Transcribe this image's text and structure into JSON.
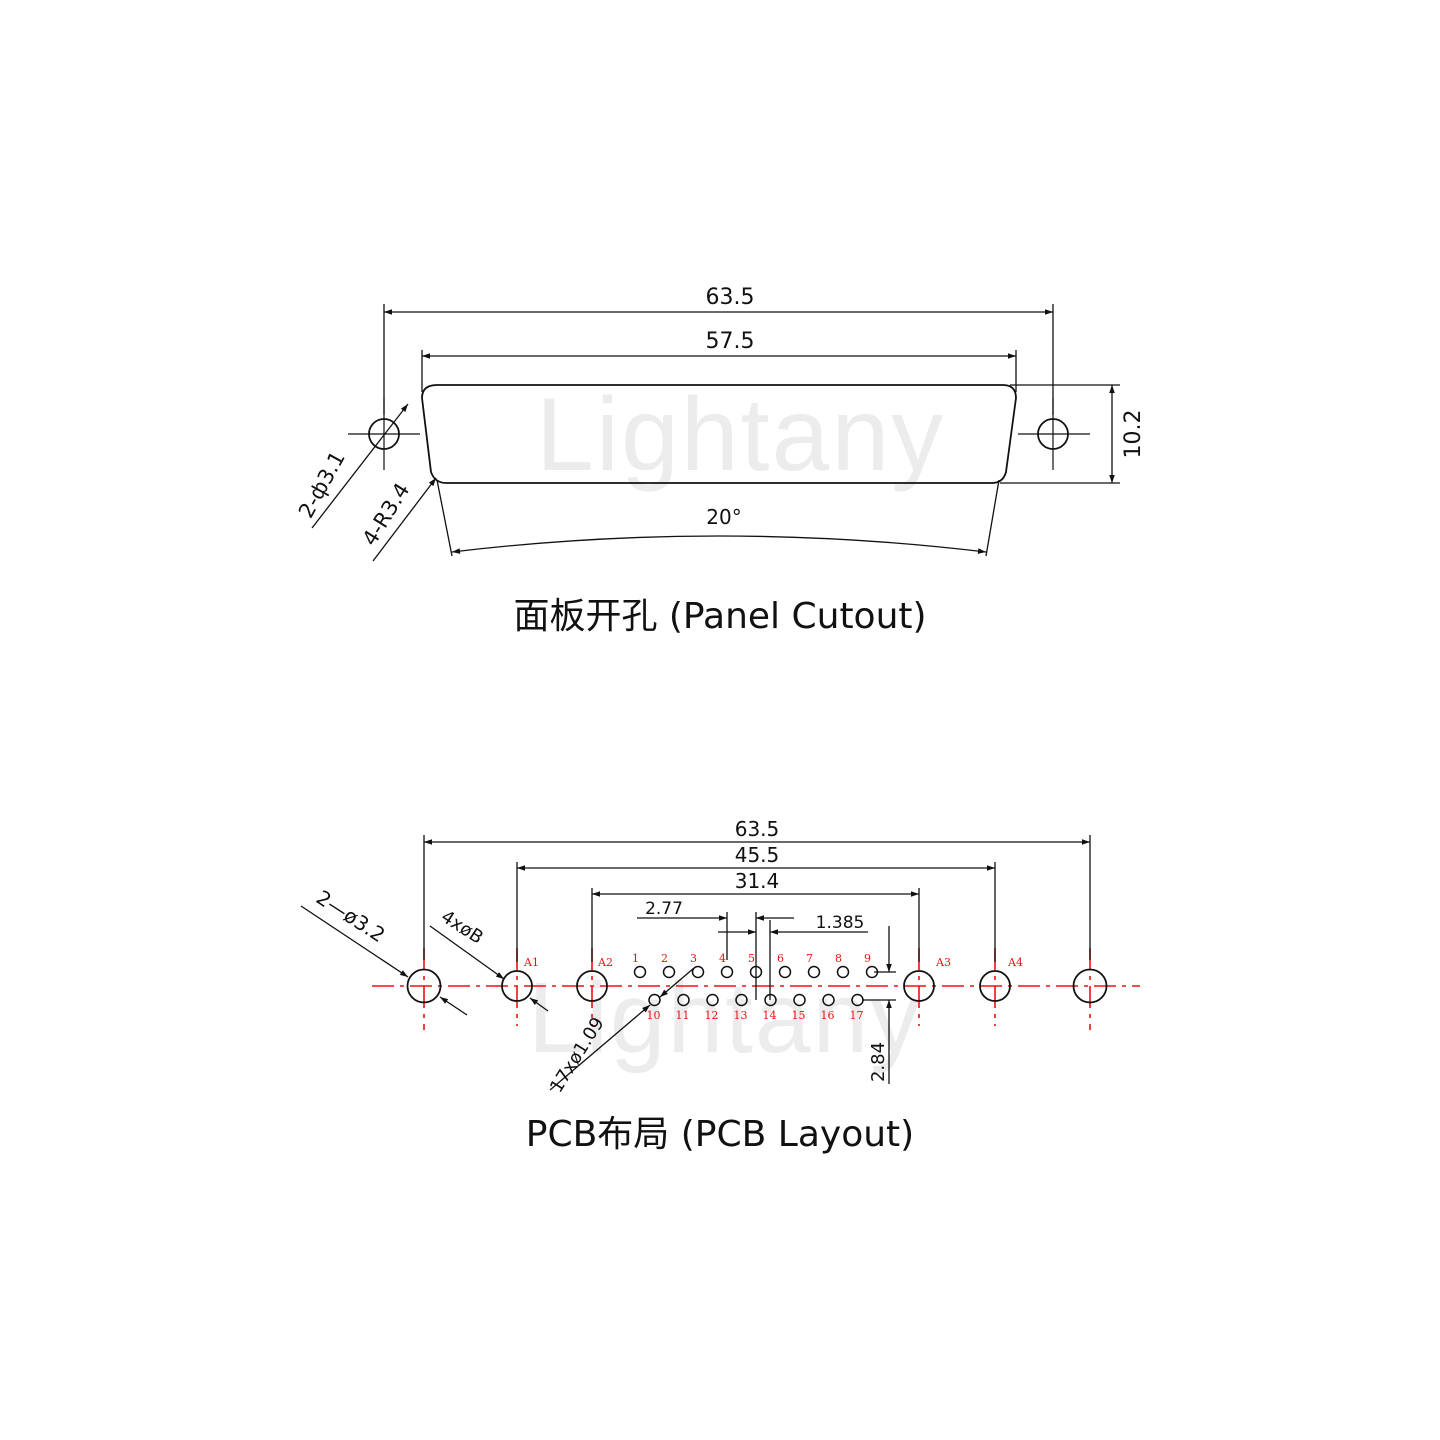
{
  "watermark": "Lightany",
  "colors": {
    "line": "#111111",
    "center": "#e11111",
    "watermark": "#ececec"
  },
  "panel_cutout": {
    "caption": "面板开孔 (Panel Cutout)",
    "dims": {
      "overall": "63.5",
      "shell": "57.5",
      "height": "10.2",
      "angle": "20°",
      "holes": "2-ф3.1",
      "corner_radius": "4-R3.4"
    }
  },
  "pcb_layout": {
    "caption": "PCB布局 (PCB Layout)",
    "dims": {
      "overall": "63.5",
      "boardlock_span": "45.5",
      "contact_span": "31.4",
      "pitch": "2.77",
      "half_pitch": "1.385",
      "row_spacing": "2.84",
      "mount_holes": "2—ø3.2",
      "boardlock_holes": "4xøB",
      "contact_holes": "17xø1.09"
    },
    "anchor_labels": [
      "A1",
      "A2",
      "A3",
      "A4"
    ],
    "top_row_pins": [
      "1",
      "2",
      "3",
      "4",
      "5",
      "6",
      "7",
      "8",
      "9"
    ],
    "bottom_row_pins": [
      "10",
      "11",
      "12",
      "13",
      "14",
      "15",
      "16",
      "17"
    ]
  }
}
